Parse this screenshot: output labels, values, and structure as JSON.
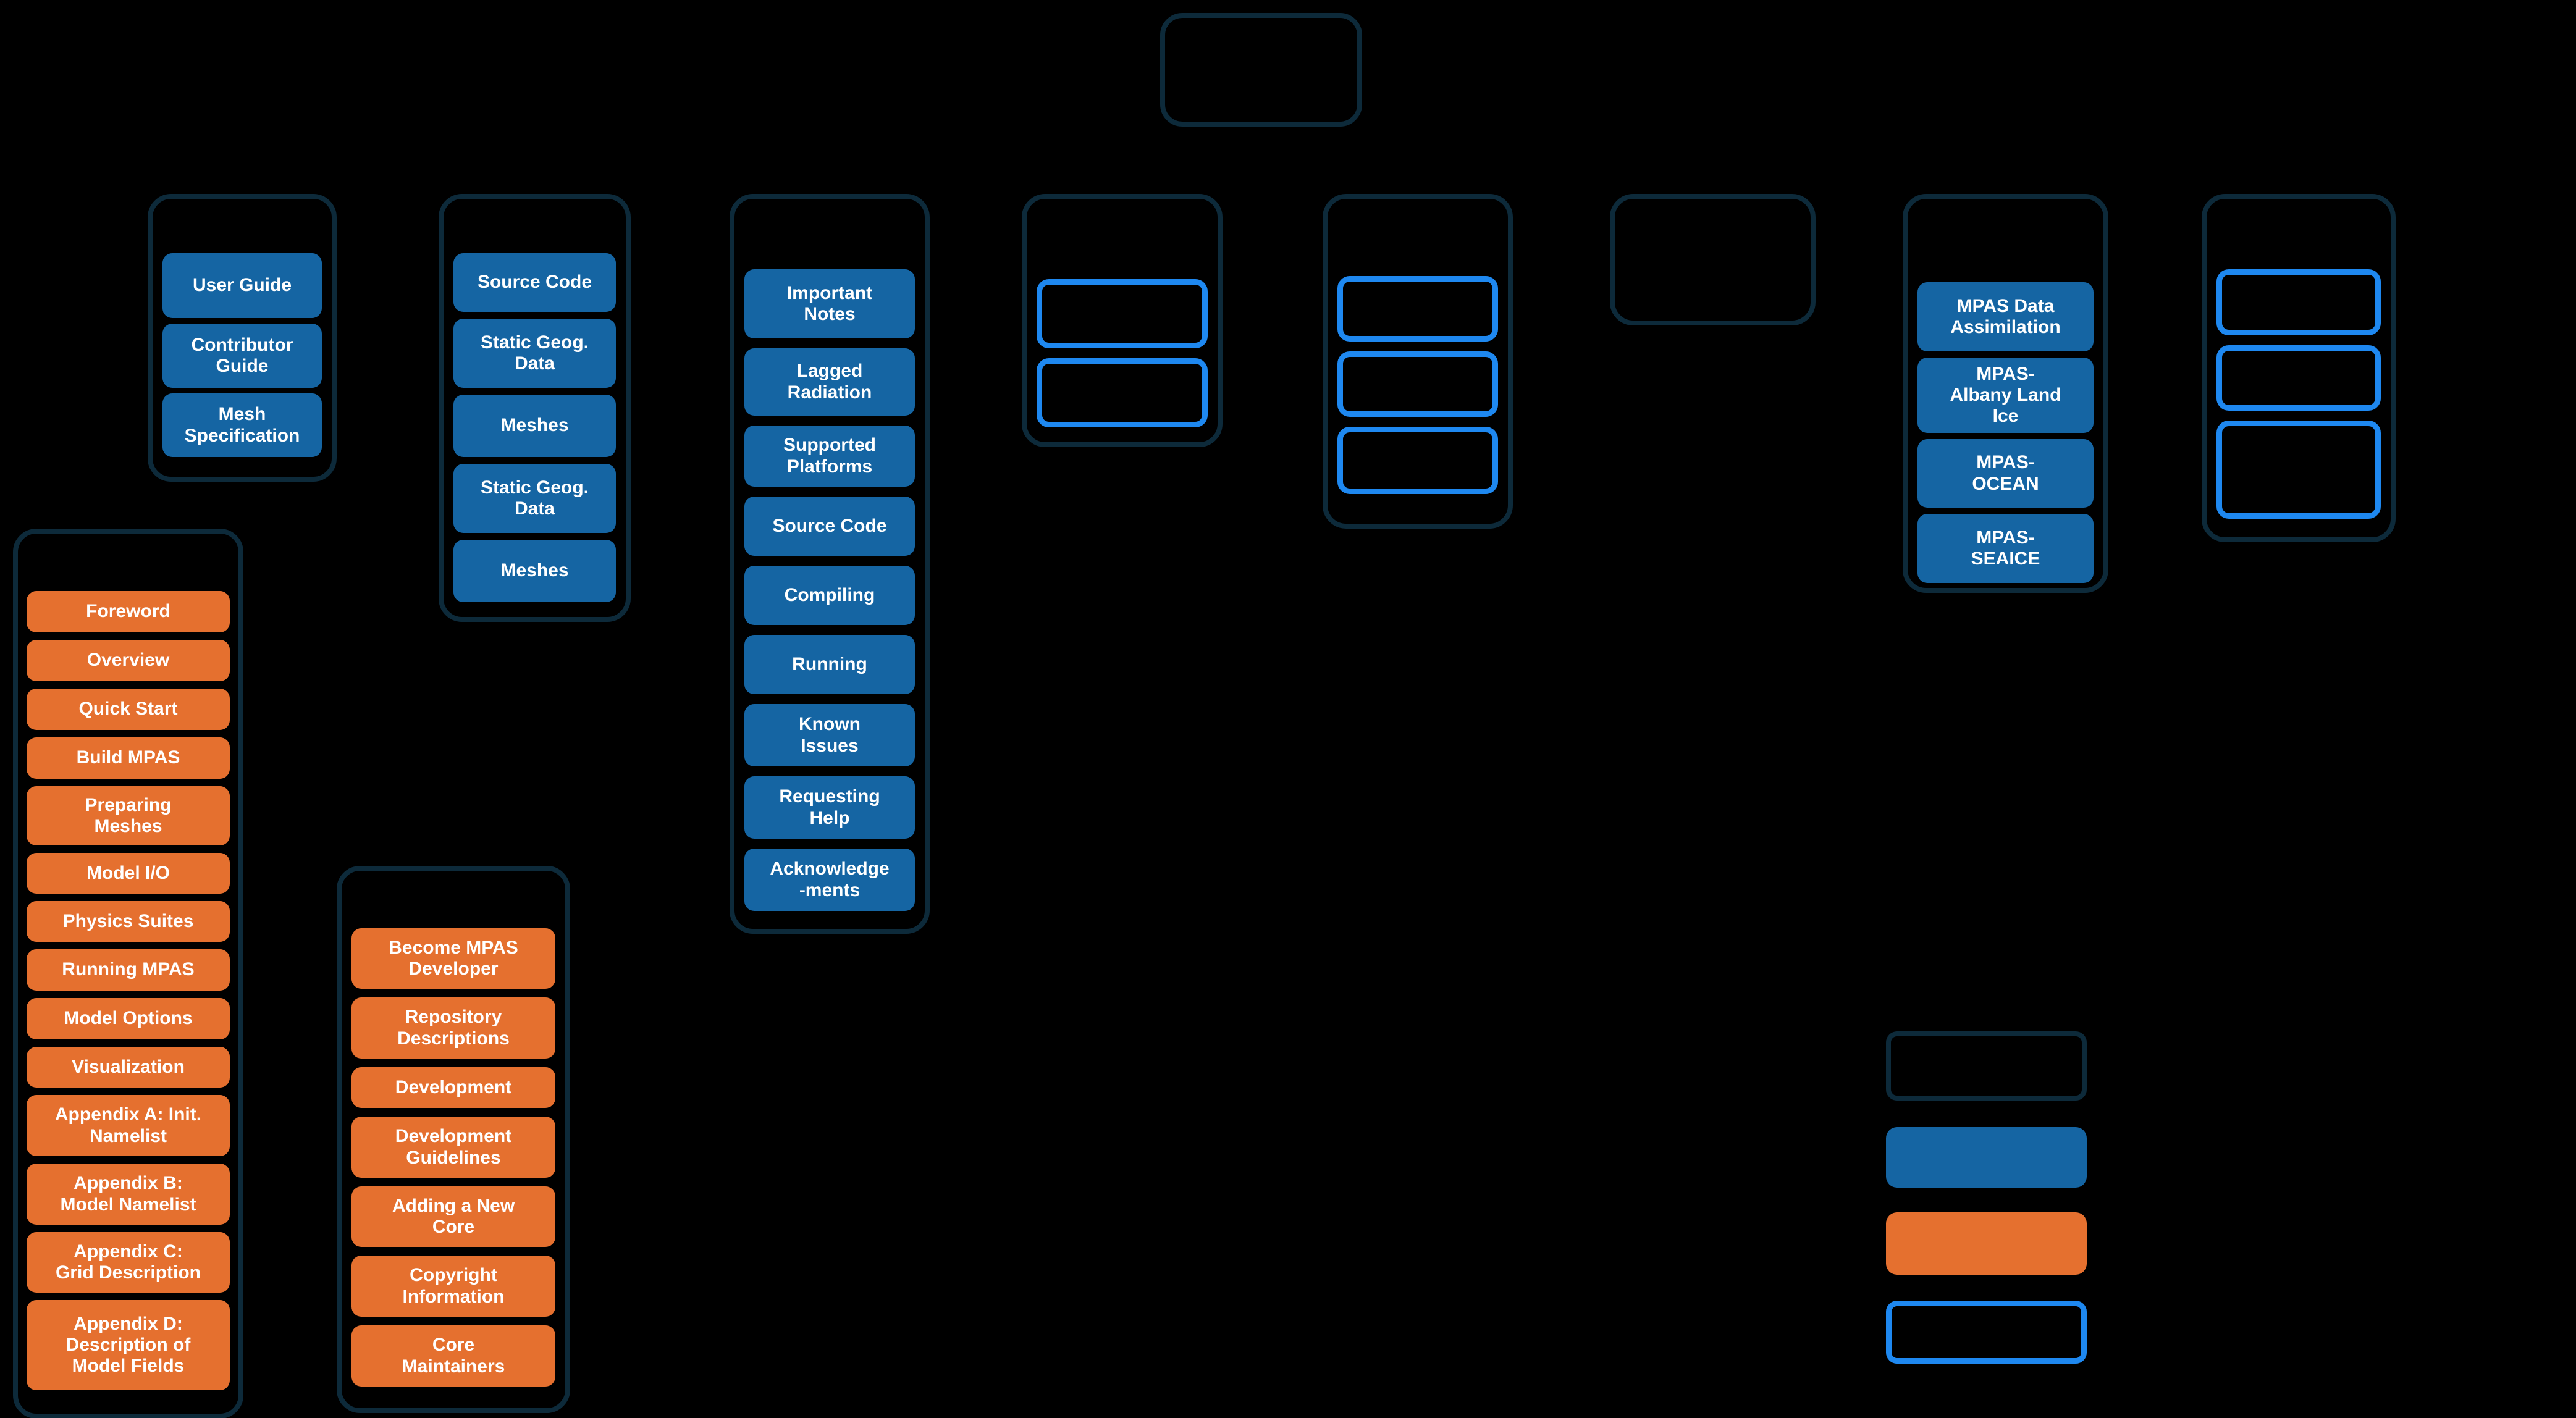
{
  "colors": {
    "background": "#000000",
    "container_border": "#0D2A3A",
    "node_blue_fill": "#1565A3",
    "node_orange_fill": "#E5702F",
    "node_outline_bright_blue": "#1E88F0",
    "label_text": "#FFFFFF"
  },
  "nodes": {
    "guides": [
      "User Guide",
      "Contributor\nGuide",
      "Mesh\nSpecification"
    ],
    "downloads": [
      "Source Code",
      "Static Geog.\nData",
      "Meshes",
      "Static Geog.\nData",
      "Meshes"
    ],
    "atmosphere": [
      "Important\nNotes",
      "Lagged\nRadiation",
      "Supported\nPlatforms",
      "Source Code",
      "Compiling",
      "Running",
      "Known\nIssues",
      "Requesting\nHelp",
      "Acknowledge\n-ments"
    ],
    "cores": [
      "MPAS Data\nAssimilation",
      "MPAS-\nAlbany Land\nIce",
      "MPAS-\nOCEAN",
      "MPAS-\nSEAICE"
    ],
    "user_guide_pages": [
      "Foreword",
      "Overview",
      "Quick Start",
      "Build MPAS",
      "Preparing\nMeshes",
      "Model I/O",
      "Physics Suites",
      "Running MPAS",
      "Model Options",
      "Visualization",
      "Appendix A: Init.\nNamelist",
      "Appendix B:\nModel Namelist",
      "Appendix C:\nGrid Description",
      "Appendix D:\nDescription of\nModel Fields"
    ],
    "contributor_pages": [
      "Become MPAS\nDeveloper",
      "Repository\nDescriptions",
      "Development",
      "Development\nGuidelines",
      "Adding a New\nCore",
      "Copyright\nInformation",
      "Core\nMaintainers"
    ]
  },
  "legend": {
    "swatches": [
      "dark-outline-box",
      "blue-filled-box",
      "orange-filled-box",
      "bright-blue-outline-box"
    ]
  }
}
